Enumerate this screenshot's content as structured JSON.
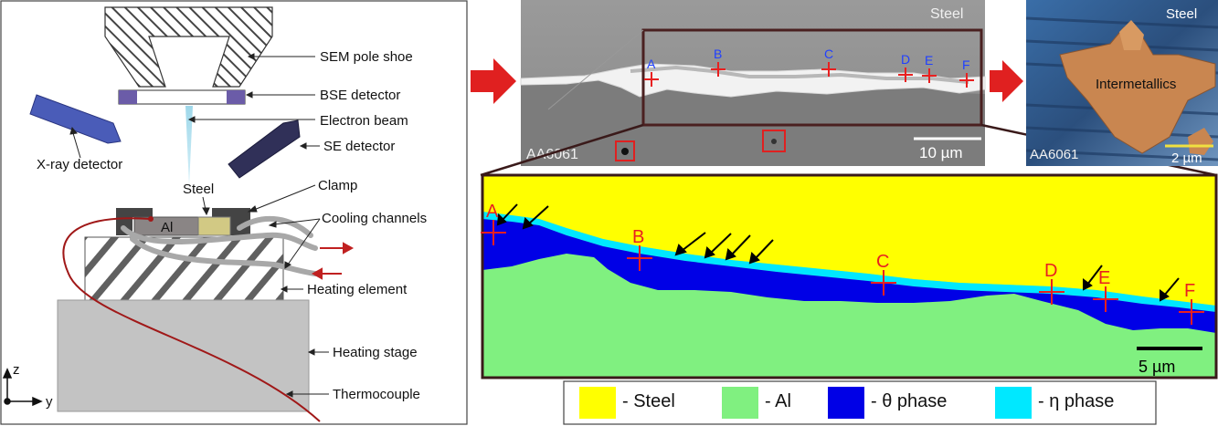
{
  "schematic": {
    "labels": {
      "sem_pole_shoe": "SEM pole shoe",
      "bse_detector": "BSE detector",
      "electron_beam": "Electron beam",
      "se_detector": "SE detector",
      "xray_detector": "X-ray detector",
      "steel": "Steel",
      "clamp": "Clamp",
      "al": "Al",
      "cooling_channels": "Cooling channels",
      "heating_element": "Heating element",
      "heating_stage": "Heating stage",
      "thermocouple": "Thermocouple"
    },
    "axes": {
      "z": "z",
      "y": "y"
    }
  },
  "sem_image": {
    "top_label": "Steel",
    "bottom_label": "AA6061",
    "scalebar": "10 µm",
    "markers": [
      "A",
      "B",
      "C",
      "D",
      "E",
      "F"
    ]
  },
  "afm_image": {
    "top_label": "Steel",
    "center_label": "Intermetallics",
    "bottom_label": "AA6061",
    "scalebar": "2 µm"
  },
  "phase_map": {
    "scalebar": "5 µm",
    "markers": [
      "A",
      "B",
      "C",
      "D",
      "E",
      "F"
    ]
  },
  "legend": {
    "items": [
      {
        "label": "- Steel",
        "color": "#ffff00"
      },
      {
        "label": "- Al",
        "color": "#80f080"
      },
      {
        "label": "- θ phase",
        "color": "#0000e6"
      },
      {
        "label": "- η phase",
        "color": "#00e8ff"
      }
    ]
  },
  "colors": {
    "arrow_red": "#e02020",
    "frame_brown": "#4a2020",
    "marker_red": "#e82020",
    "sem_marker_blue": "#2040ff"
  }
}
